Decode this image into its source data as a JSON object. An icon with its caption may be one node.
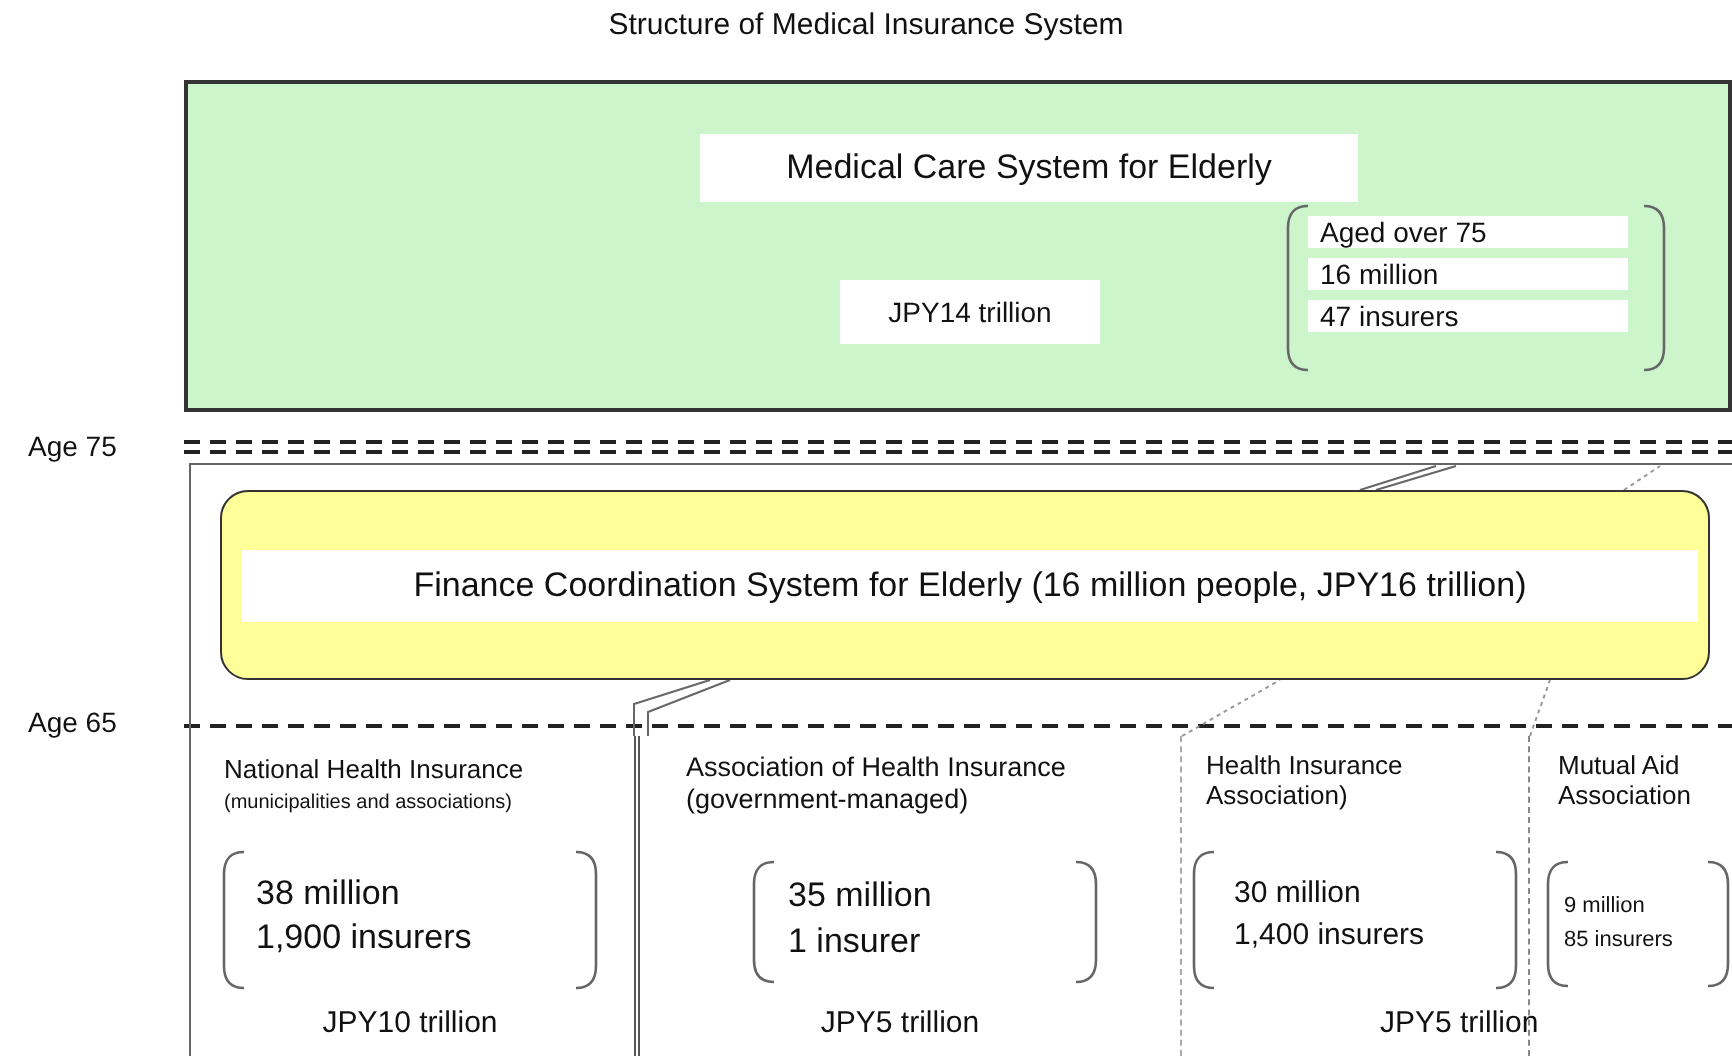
{
  "diagram": {
    "title": "Structure of Medical Insurance System",
    "nodes": [
      {
        "text": [
          "Medical Care System for Elderly",
          "JPY14 trillion"
        ]
      },
      {
        "text": [
          "Aged over 75",
          "16 million",
          "47 insurers"
        ],
        "in": 0
      },
      {
        "text": [
          "Finance Coordination System for Elderly (16 million people, JPY16 trillion)"
        ]
      },
      {
        "text": [
          "National Health Insurance",
          "(municipalities and associations)",
          "JPY10 trillion"
        ]
      },
      {
        "text": [
          "38 million",
          "1,900 insurers"
        ],
        "in": 3
      },
      {
        "text": [
          "Association of Health Insurance (government-managed)",
          "JPY5 trillion"
        ]
      },
      {
        "text": [
          "35 million",
          "1 insurer"
        ],
        "in": 5
      },
      {
        "text": [
          "Health Insurance Association)"
        ]
      },
      {
        "text": [
          "30 million",
          "1,400 insurers"
        ],
        "in": 7
      },
      {
        "text": [
          "Mutual Aid Association"
        ]
      },
      {
        "text": [
          "9 million",
          "85 insurers"
        ],
        "in": 9
      }
    ],
    "labels": [
      "Age 75",
      "Age 65",
      "JPY5 trillion"
    ]
  }
}
